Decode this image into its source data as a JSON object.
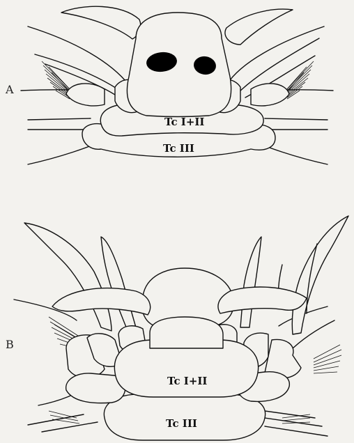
{
  "figure": {
    "panels": [
      {
        "letter": "A",
        "labels": [
          "Tc I+II",
          "Tc III"
        ]
      },
      {
        "letter": "B",
        "labels": [
          "Tc I+II",
          "Tc III"
        ]
      }
    ]
  },
  "colors": {
    "background": "#f3f2ee",
    "ink": "#111111"
  }
}
